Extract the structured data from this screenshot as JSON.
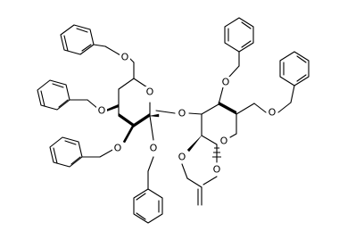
{
  "atoms": {
    "o_ring_a": "O",
    "o_glyco": "O",
    "o_ring_b": "O",
    "o_c6_a": "O",
    "o_c4_a": "O",
    "o_c3_a": "O",
    "o_c2_a": "O",
    "o_c3_b": "O",
    "o_c6_b": "O",
    "o_c2_b": "O",
    "o_c1_b": "O"
  },
  "colors": {
    "bond": "#000000",
    "background": "#ffffff"
  }
}
